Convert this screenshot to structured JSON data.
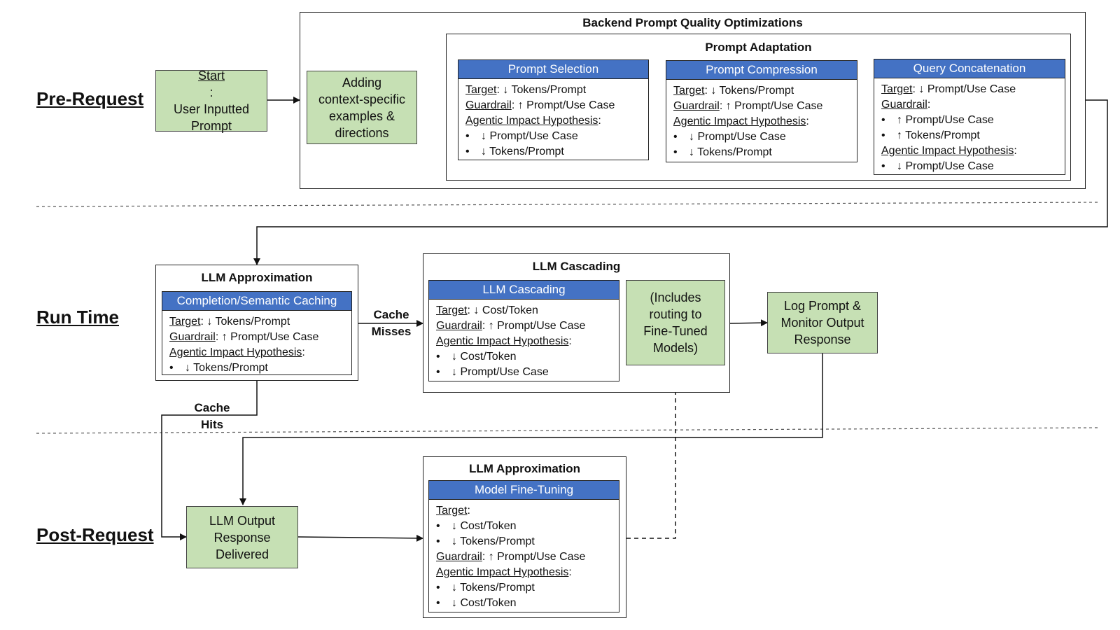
{
  "phases": {
    "pre_request": "Pre-Request",
    "run_time": "Run Time",
    "post_request": "Post-Request"
  },
  "nodes": {
    "start": {
      "label_u": "Start",
      "label_rest": ":",
      "line2": "User Inputted",
      "line3": "Prompt"
    },
    "adding": {
      "lines": [
        "Adding",
        "context-specific",
        "examples &",
        "directions"
      ]
    },
    "includes": {
      "lines": [
        "(Includes",
        "routing to",
        "Fine-Tuned",
        "Models)"
      ]
    },
    "log": {
      "lines": [
        "Log Prompt &",
        "Monitor Output",
        "Response"
      ]
    },
    "output": {
      "lines": [
        "LLM Output",
        "Response",
        "Delivered"
      ]
    }
  },
  "groups": {
    "backend": "Backend Prompt Quality Optimizations",
    "adaptation": "Prompt Adaptation",
    "approx_run": "LLM Approximation",
    "cascading": "LLM Cascading",
    "approx_post": "LLM Approximation"
  },
  "labels": {
    "target": "Target",
    "guardrail": "Guardrail",
    "hypothesis": "Agentic Impact Hypothesis",
    "colon": ":",
    "down": "↓",
    "up": "↑",
    "bullet": "•"
  },
  "cards": {
    "selection": {
      "title": "Prompt Selection",
      "target": "Tokens/Prompt",
      "guardrail": "Prompt/Use Case",
      "hyp": [
        "Prompt/Use Case",
        "Tokens/Prompt"
      ]
    },
    "compression": {
      "title": "Prompt Compression",
      "target": "Tokens/Prompt",
      "guardrail": "Prompt/Use Case",
      "hyp": [
        "Prompt/Use Case",
        "Tokens/Prompt"
      ]
    },
    "concat": {
      "title": "Query Concatenation",
      "target": "Prompt/Use Case",
      "guardrail_items": [
        "Prompt/Use Case",
        "Tokens/Prompt"
      ],
      "hyp": [
        "Prompt/Use Case"
      ]
    },
    "caching": {
      "title": "Completion/Semantic Caching",
      "target": "Tokens/Prompt",
      "guardrail": "Prompt/Use Case",
      "hyp": [
        "Tokens/Prompt"
      ]
    },
    "cascading": {
      "title": "LLM Cascading",
      "target": "Cost/Token",
      "guardrail": "Prompt/Use Case",
      "hyp": [
        "Cost/Token",
        "Prompt/Use Case"
      ]
    },
    "finetuning": {
      "title": "Model Fine-Tuning",
      "target_items": [
        "Cost/Token",
        "Tokens/Prompt"
      ],
      "guardrail": "Prompt/Use Case",
      "hyp": [
        "Tokens/Prompt",
        "Cost/Token"
      ]
    }
  },
  "edges": {
    "cache_misses": [
      "Cache",
      "Misses"
    ],
    "cache_hits": [
      "Cache",
      "Hits"
    ]
  }
}
